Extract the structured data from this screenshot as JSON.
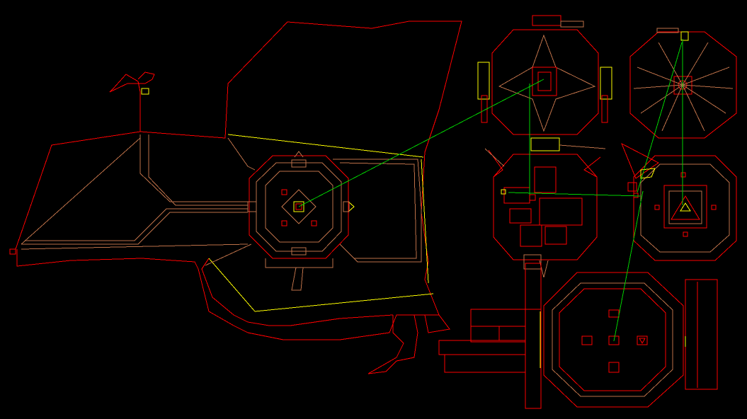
{
  "view": {
    "mode": "automap",
    "background": "#000000"
  },
  "legend_colors": {
    "wall": "#fc0000",
    "floor_step": "#bc7048",
    "ceiling_step": "#fcfc00",
    "teleport_line": "#00d000"
  },
  "regions": [
    "main-courtyard",
    "central-octagon-hub",
    "north-star-room",
    "north-fan-room",
    "east-machine-room",
    "east-pyramid-room",
    "south-east-arena",
    "south-corridor"
  ],
  "teleport_links": [
    "central-hub-to-north-star-room",
    "north-star-room-to-machine-room",
    "machine-room-to-pyramid-room",
    "north-fan-room-to-pyramid-room",
    "pyramid-room-to-south-east-arena"
  ]
}
